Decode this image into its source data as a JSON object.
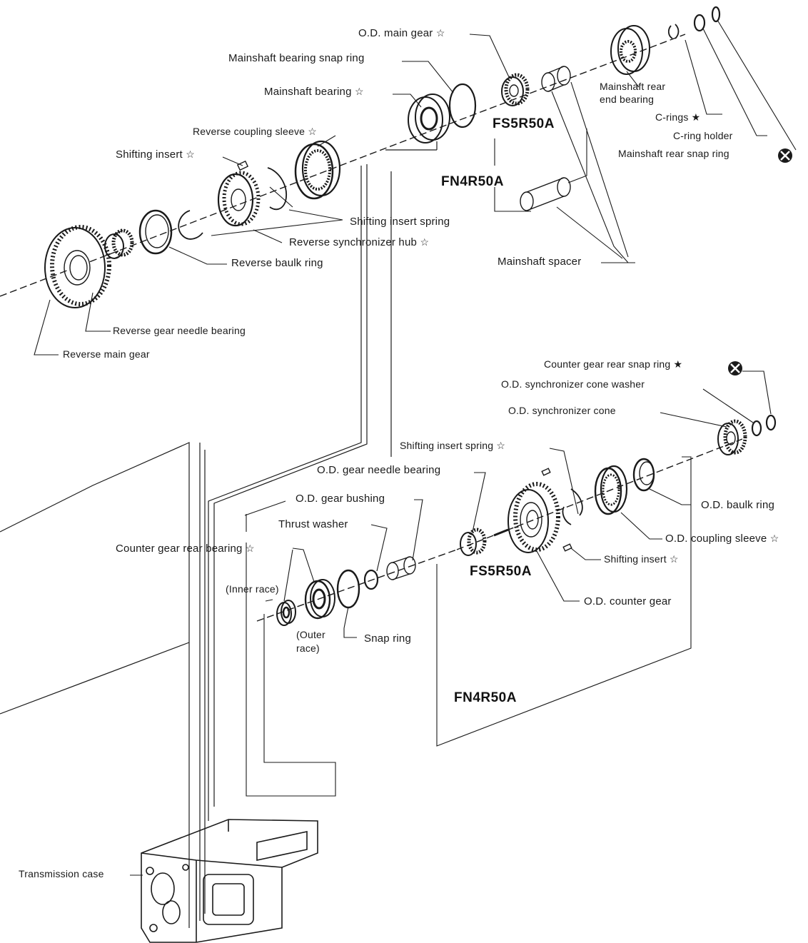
{
  "labels": {
    "od_main_gear": "O.D. main gear",
    "mainshaft_bearing_snap_ring": "Mainshaft bearing snap ring",
    "mainshaft_bearing": "Mainshaft bearing",
    "mainshaft_rear_end_bearing_1": "Mainshaft rear",
    "mainshaft_rear_end_bearing_2": "end bearing",
    "c_rings": "C-rings",
    "c_ring_holder": "C-ring holder",
    "mainshaft_rear_snap_ring": "Mainshaft rear snap ring",
    "reverse_coupling_sleeve": "Reverse coupling sleeve",
    "shifting_insert_top": "Shifting insert",
    "shifting_insert_spring_top": "Shifting insert spring",
    "reverse_synchronizer_hub": "Reverse synchronizer hub",
    "reverse_baulk_ring": "Reverse baulk ring",
    "mainshaft_spacer": "Mainshaft spacer",
    "reverse_gear_needle_bearing": "Reverse gear needle bearing",
    "reverse_main_gear": "Reverse main gear",
    "counter_gear_rear_snap_ring": "Counter gear rear snap ring",
    "od_synchronizer_cone_washer": "O.D. synchronizer cone washer",
    "od_synchronizer_cone": "O.D. synchronizer cone",
    "shifting_insert_spring_mid": "Shifting insert spring",
    "od_gear_needle_bearing": "O.D. gear needle bearing",
    "od_gear_bushing": "O.D. gear bushing",
    "thrust_washer": "Thrust washer",
    "counter_gear_rear_bearing": "Counter gear rear bearing",
    "inner_race": "(Inner race)",
    "outer_race_1": "(Outer",
    "outer_race_2": "race)",
    "snap_ring": "Snap ring",
    "od_baulk_ring": "O.D. baulk ring",
    "od_coupling_sleeve": "O.D. coupling sleeve",
    "shifting_insert_mid": "Shifting insert",
    "od_counter_gear": "O.D. counter gear",
    "transmission_case": "Transmission case"
  },
  "models": {
    "top_fs5": "FS5R50A",
    "top_fn4": "FN4R50A",
    "bottom_fs5": "FS5R50A",
    "bottom_fn4": "FN4R50A"
  },
  "marks": {
    "star_outline": "☆",
    "star_solid": "★"
  },
  "colors": {
    "ink": "#1a1a1a",
    "paper": "#ffffff"
  }
}
